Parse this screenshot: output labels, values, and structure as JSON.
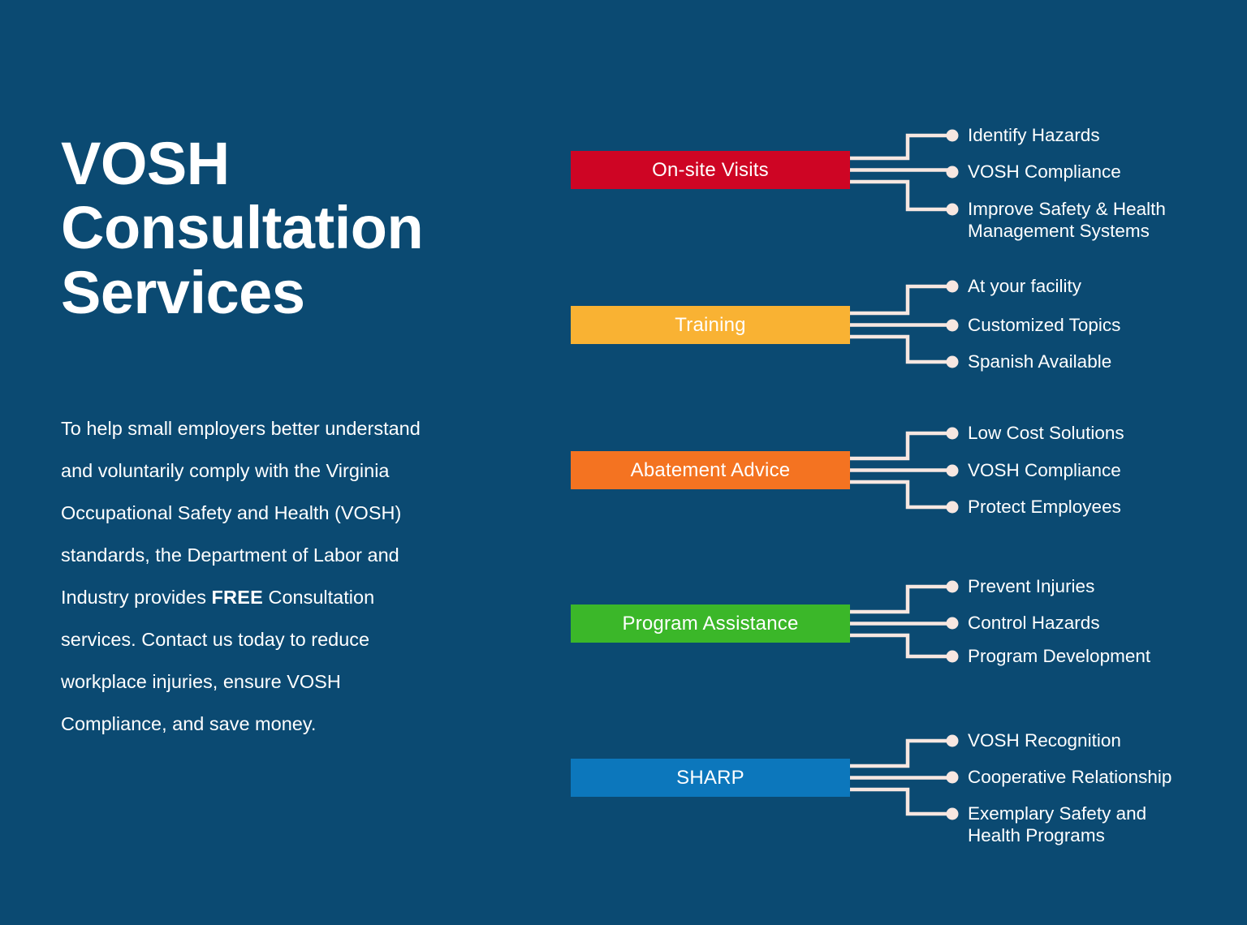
{
  "background_color": "#0b4a72",
  "connector_color": "#f7e7e1",
  "header": {
    "title": "VOSH Consultation Services"
  },
  "intro": {
    "text_before_free": "To help small employers better understand and voluntarily comply with the Virginia Occupational Safety and Health (VOSH) standards, the Department of Labor and Industry provides ",
    "free_word": "FREE",
    "text_after_free": " Consultation services. Contact us today to reduce workplace injuries, ensure VOSH Compliance, and save money."
  },
  "groups": [
    {
      "name": "on-site-visits",
      "label": "On-site Visits",
      "color": "#ce0524",
      "items": [
        "Identify Hazards",
        "VOSH Compliance",
        "Improve Safety & Health\nManagement Systems"
      ]
    },
    {
      "name": "training",
      "label": "Training",
      "color": "#f9b233",
      "items": [
        "At your facility",
        "Customized Topics",
        "Spanish Available"
      ]
    },
    {
      "name": "abatement-advice",
      "label": "Abatement Advice",
      "color": "#f47321",
      "items": [
        "Low Cost Solutions",
        "VOSH Compliance",
        "Protect Employees"
      ]
    },
    {
      "name": "program-assistance",
      "label": "Program Assistance",
      "color": "#3bb729",
      "items": [
        "Prevent Injuries",
        "Control Hazards",
        "Program Development"
      ]
    },
    {
      "name": "sharp",
      "label": "SHARP",
      "color": "#0c77bc",
      "items": [
        "VOSH Recognition",
        "Cooperative Relationship",
        "Exemplary Safety and\nHealth Programs"
      ]
    }
  ]
}
